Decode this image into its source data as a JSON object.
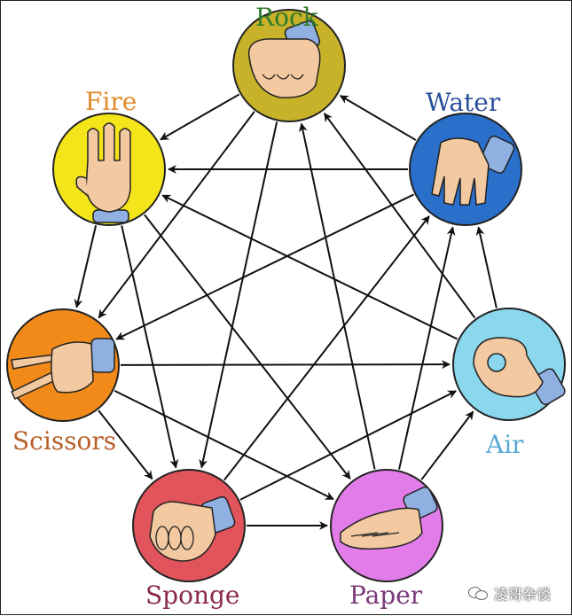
{
  "nodes": [
    {
      "id": "rock",
      "label": "Rock",
      "color": "#c8b22a",
      "label_color": "#2d7a2d",
      "icon": "fist-icon"
    },
    {
      "id": "water",
      "label": "Water",
      "color": "#2a6fc9",
      "label_color": "#2a4f9a",
      "icon": "downward-hand-icon"
    },
    {
      "id": "air",
      "label": "Air",
      "color": "#8ad7ee",
      "label_color": "#5aa9d1",
      "icon": "ok-hand-icon"
    },
    {
      "id": "paper",
      "label": "Paper",
      "color": "#e27ce8",
      "label_color": "#7a3a7a",
      "icon": "flat-hand-icon"
    },
    {
      "id": "sponge",
      "label": "Sponge",
      "color": "#e2545c",
      "label_color": "#8a2a4a",
      "icon": "grab-hand-icon"
    },
    {
      "id": "scissors",
      "label": "Scissors",
      "color": "#f28a1a",
      "label_color": "#b8602a",
      "icon": "v-hand-icon"
    },
    {
      "id": "fire",
      "label": "Fire",
      "color": "#f4e41a",
      "label_color": "#e08a2a",
      "icon": "three-fingers-icon"
    }
  ],
  "edges": [
    [
      "rock",
      "fire"
    ],
    [
      "rock",
      "scissors"
    ],
    [
      "rock",
      "sponge"
    ],
    [
      "water",
      "rock"
    ],
    [
      "water",
      "fire"
    ],
    [
      "water",
      "scissors"
    ],
    [
      "air",
      "water"
    ],
    [
      "air",
      "rock"
    ],
    [
      "air",
      "fire"
    ],
    [
      "paper",
      "air"
    ],
    [
      "paper",
      "water"
    ],
    [
      "paper",
      "rock"
    ],
    [
      "sponge",
      "paper"
    ],
    [
      "sponge",
      "air"
    ],
    [
      "sponge",
      "water"
    ],
    [
      "scissors",
      "sponge"
    ],
    [
      "scissors",
      "paper"
    ],
    [
      "scissors",
      "air"
    ],
    [
      "fire",
      "scissors"
    ],
    [
      "fire",
      "sponge"
    ],
    [
      "fire",
      "paper"
    ]
  ],
  "watermark": "凌哥杂谈",
  "colors": {
    "arrow": "#111111",
    "skin": "#f2c9a0",
    "cuff": "#8fb0e0"
  }
}
